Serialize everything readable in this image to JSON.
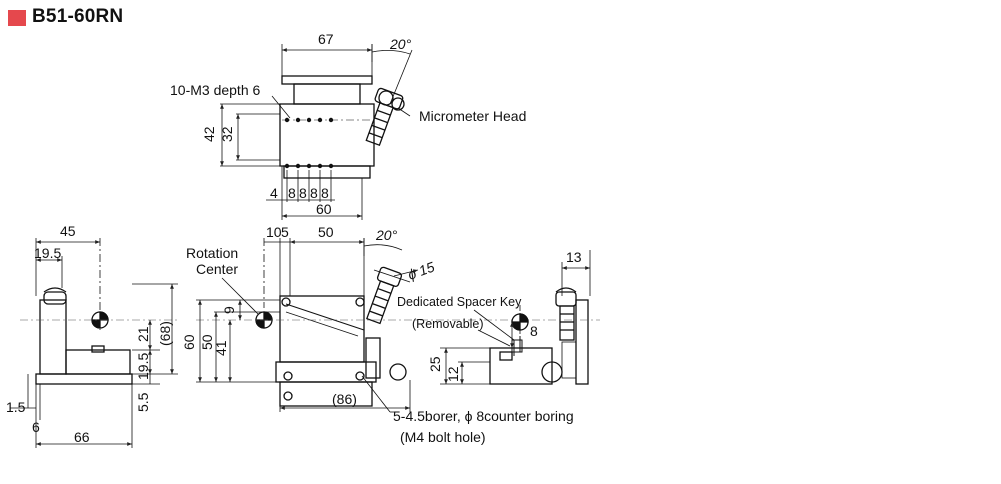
{
  "title": "B51-60RN",
  "colors": {
    "title_mark": "#e5484d",
    "line": "#111111",
    "dim_line": "#333333",
    "centerline": "#555555"
  },
  "top_view": {
    "dim_width_top": "67",
    "angle_top": "20°",
    "label_tapped_holes": "10-M3 depth 6",
    "label_micrometer": "Micrometer Head",
    "dim_left_outer": "42",
    "dim_left_inner": "32",
    "dim_pitch": [
      "4",
      "8",
      "8",
      "8",
      "8"
    ],
    "dim_width_bottom": "60"
  },
  "front_view": {
    "dim_10": "10",
    "dim_5": "5",
    "dim_50": "50",
    "angle": "20°",
    "diameter": "ϕ 15",
    "label_rotation_center": [
      "Rotation",
      "Center"
    ],
    "dim_60": "60",
    "dim_50v": "50",
    "dim_41": "41",
    "dim_9": "9",
    "dim_86": "(86)",
    "label_bores": "5-4.5borer, ϕ 8counter boring",
    "label_bolt": "(M4 bolt hole)"
  },
  "left_view": {
    "dim_45": "45",
    "dim_19_5_top": "19.5",
    "dim_21": "21",
    "dim_68": "(68)",
    "dim_19_5_side": "19.5",
    "dim_5_5": "5.5",
    "dim_1_5": "1.5",
    "dim_6": "6",
    "dim_66": "66"
  },
  "right_view": {
    "dim_13": "13",
    "label_spacer": "Dedicated Spacer Key",
    "label_removable": "(Removable)",
    "dim_8": "8",
    "dim_25": "25",
    "dim_12": "12"
  }
}
